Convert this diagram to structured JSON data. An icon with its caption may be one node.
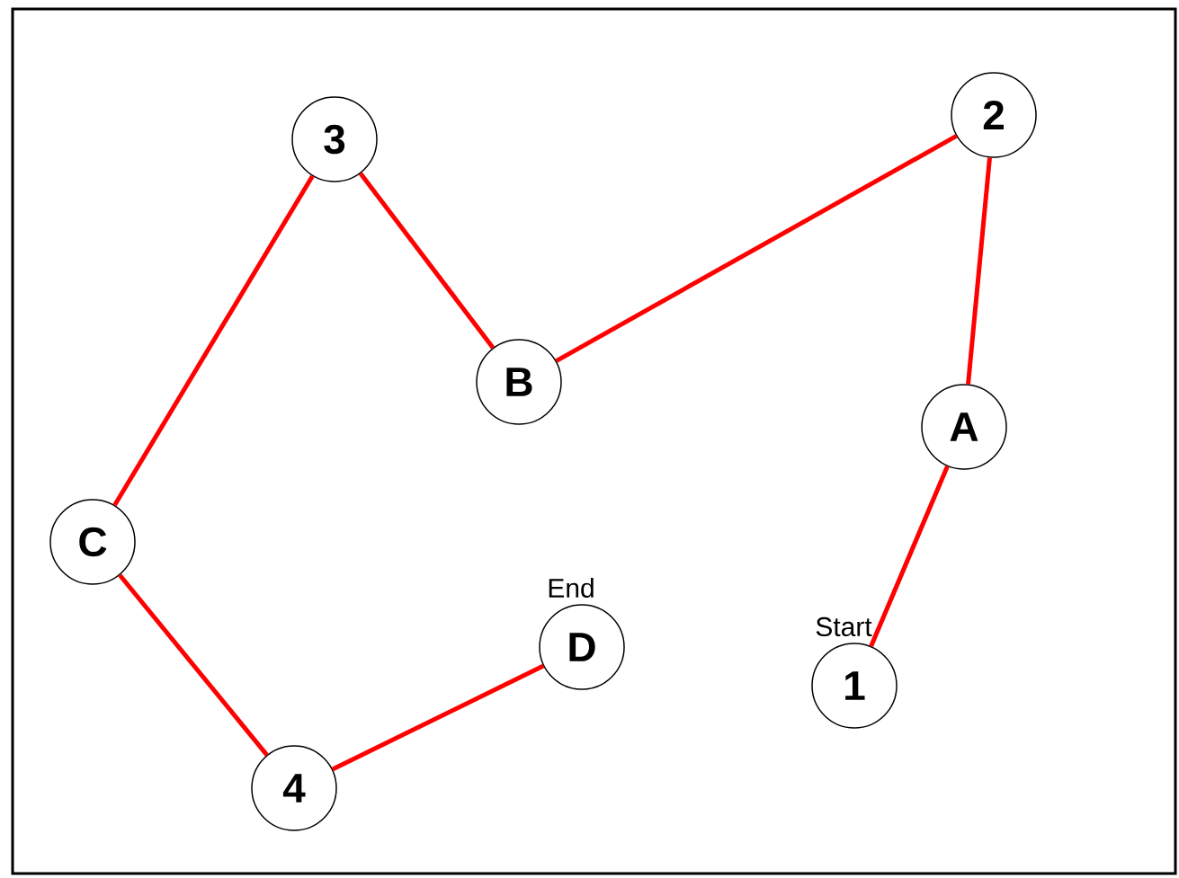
{
  "diagram": {
    "nodes": [
      {
        "text": [
          "1"
        ],
        "beside": [
          "Start"
        ]
      },
      {
        "text": [
          "A"
        ]
      },
      {
        "text": [
          "2"
        ]
      },
      {
        "text": [
          "B"
        ]
      },
      {
        "text": [
          "3"
        ]
      },
      {
        "text": [
          "C"
        ]
      },
      {
        "text": [
          "4"
        ]
      },
      {
        "text": [
          "D"
        ],
        "beside": [
          "End"
        ]
      }
    ],
    "edges": [
      {
        "from": 0,
        "to": 1,
        "arrow": "none"
      },
      {
        "from": 1,
        "to": 2,
        "arrow": "none"
      },
      {
        "from": 2,
        "to": 3,
        "arrow": "none"
      },
      {
        "from": 3,
        "to": 4,
        "arrow": "none"
      },
      {
        "from": 4,
        "to": 5,
        "arrow": "none"
      },
      {
        "from": 5,
        "to": 6,
        "arrow": "none"
      },
      {
        "from": 6,
        "to": 7,
        "arrow": "none"
      }
    ]
  }
}
